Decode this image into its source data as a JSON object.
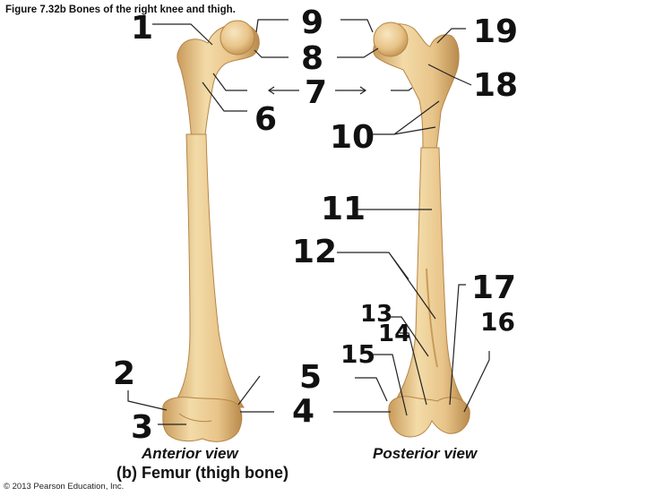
{
  "figure_title": "Figure 7.32b  Bones of the right knee and thigh.",
  "views": {
    "anterior": "Anterior view",
    "posterior": "Posterior view"
  },
  "caption": "(b) Femur (thigh bone)",
  "copyright": "© 2013 Pearson Education, Inc.",
  "labels": {
    "l1": "1",
    "l2": "2",
    "l3": "3",
    "l4": "4",
    "l5": "5",
    "l6": "6",
    "l7": "7",
    "l8": "8",
    "l9": "9",
    "l10": "10",
    "l11": "11",
    "l12": "12",
    "l13": "13",
    "l14": "14",
    "l15": "15",
    "l16": "16",
    "l17": "17",
    "l18": "18",
    "l19": "19"
  },
  "colors": {
    "bone": "#e8c489",
    "bone_shadow": "#c99b5a",
    "bone_highlight": "#f6e0b4",
    "line": "#222222"
  }
}
